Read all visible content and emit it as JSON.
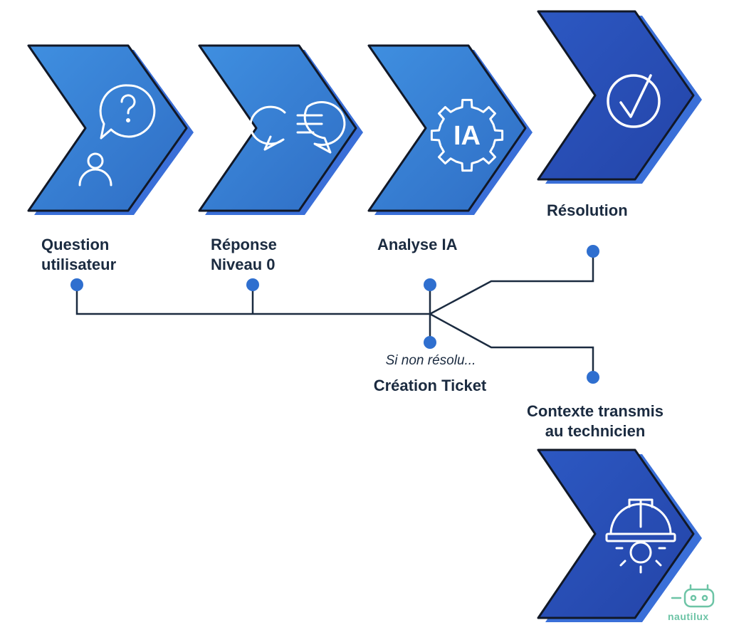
{
  "steps": [
    {
      "id": "question",
      "label_lines": [
        "Question",
        "utilisateur"
      ],
      "icon": "question-user-icon"
    },
    {
      "id": "reponse",
      "label_lines": [
        "Réponse",
        "Niveau 0"
      ],
      "icon": "chat-bubbles-icon"
    },
    {
      "id": "analyse",
      "label_lines": [
        "Analyse IA"
      ],
      "icon": "ai-gear-icon",
      "icon_text": "IA"
    },
    {
      "id": "resolution",
      "label_lines": [
        "Résolution"
      ],
      "icon": "checkmark-icon"
    },
    {
      "id": "ticket",
      "note": "Si non résolu...",
      "label_lines": [
        "Création Ticket"
      ]
    },
    {
      "id": "technicien",
      "label_lines": [
        "Contexte transmis",
        "au technicien"
      ],
      "icon": "technician-helmet-icon"
    }
  ],
  "brand": "nautilux",
  "colors": {
    "chevron_light": "#3a7fd0",
    "chevron_dark": "#2c4db3",
    "shadow": "#3a6fd8",
    "outline": "#111827",
    "line": "#1b2b40",
    "dot": "#2f6fcf",
    "brand": "#6dc4a6"
  }
}
